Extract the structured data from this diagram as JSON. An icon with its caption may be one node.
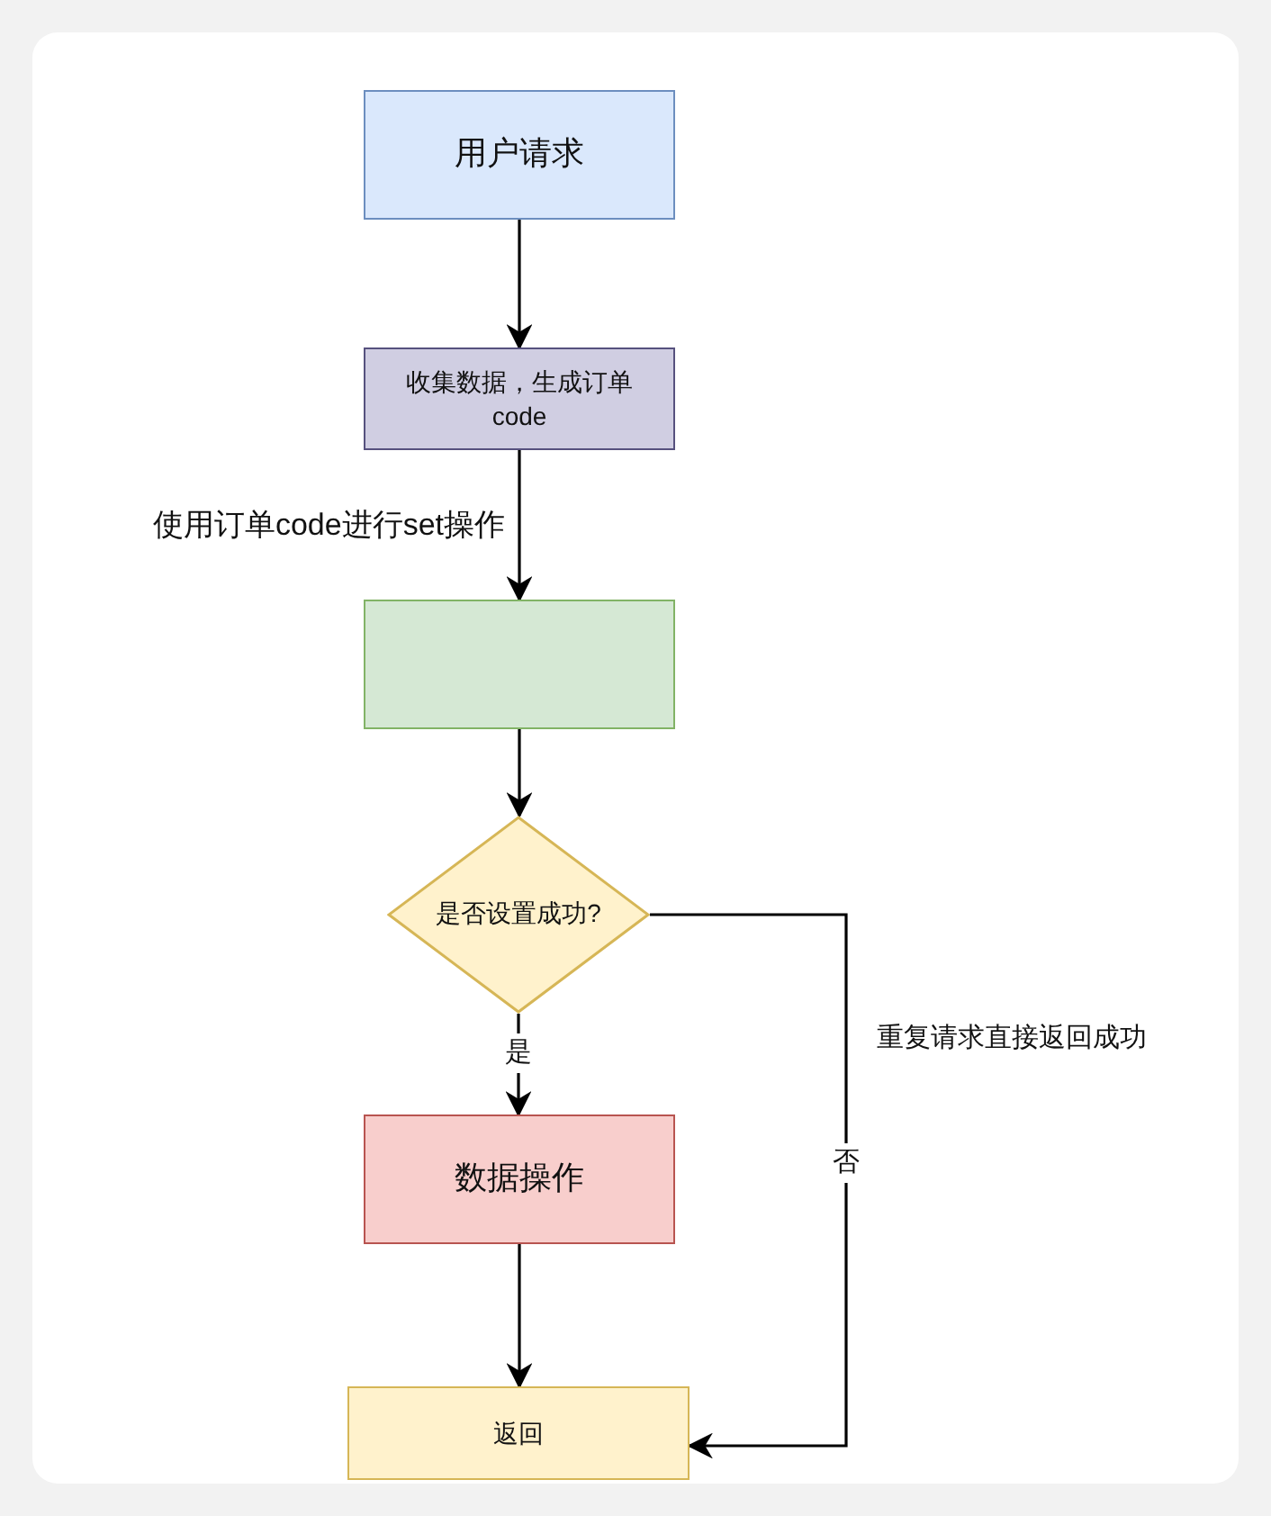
{
  "diagram": {
    "nodes": [
      {
        "text": [
          "用户请求"
        ]
      },
      {
        "text": [
          "收集数据，生成订单 code"
        ]
      },
      {
        "text": [],
        "shape": "box"
      },
      {
        "text": [
          "是否设置成功?"
        ]
      },
      {
        "text": [
          "数据操作"
        ]
      },
      {
        "text": [
          "返回"
        ]
      }
    ],
    "edges": [
      {
        "from": 0,
        "to": 1,
        "arrow": "to"
      },
      {
        "from": 1,
        "to": 2,
        "arrow": "to",
        "label": "使用订单code进行set操作"
      },
      {
        "from": 2,
        "to": 3,
        "arrow": "to"
      },
      {
        "from": 3,
        "to": 4,
        "arrow": "to",
        "label": "是"
      },
      {
        "from": 4,
        "to": 5,
        "arrow": "to"
      },
      {
        "from": 3,
        "to": 5,
        "arrow": "to",
        "label": "否"
      }
    ],
    "labels": [
      "重复请求直接返回成功"
    ]
  }
}
